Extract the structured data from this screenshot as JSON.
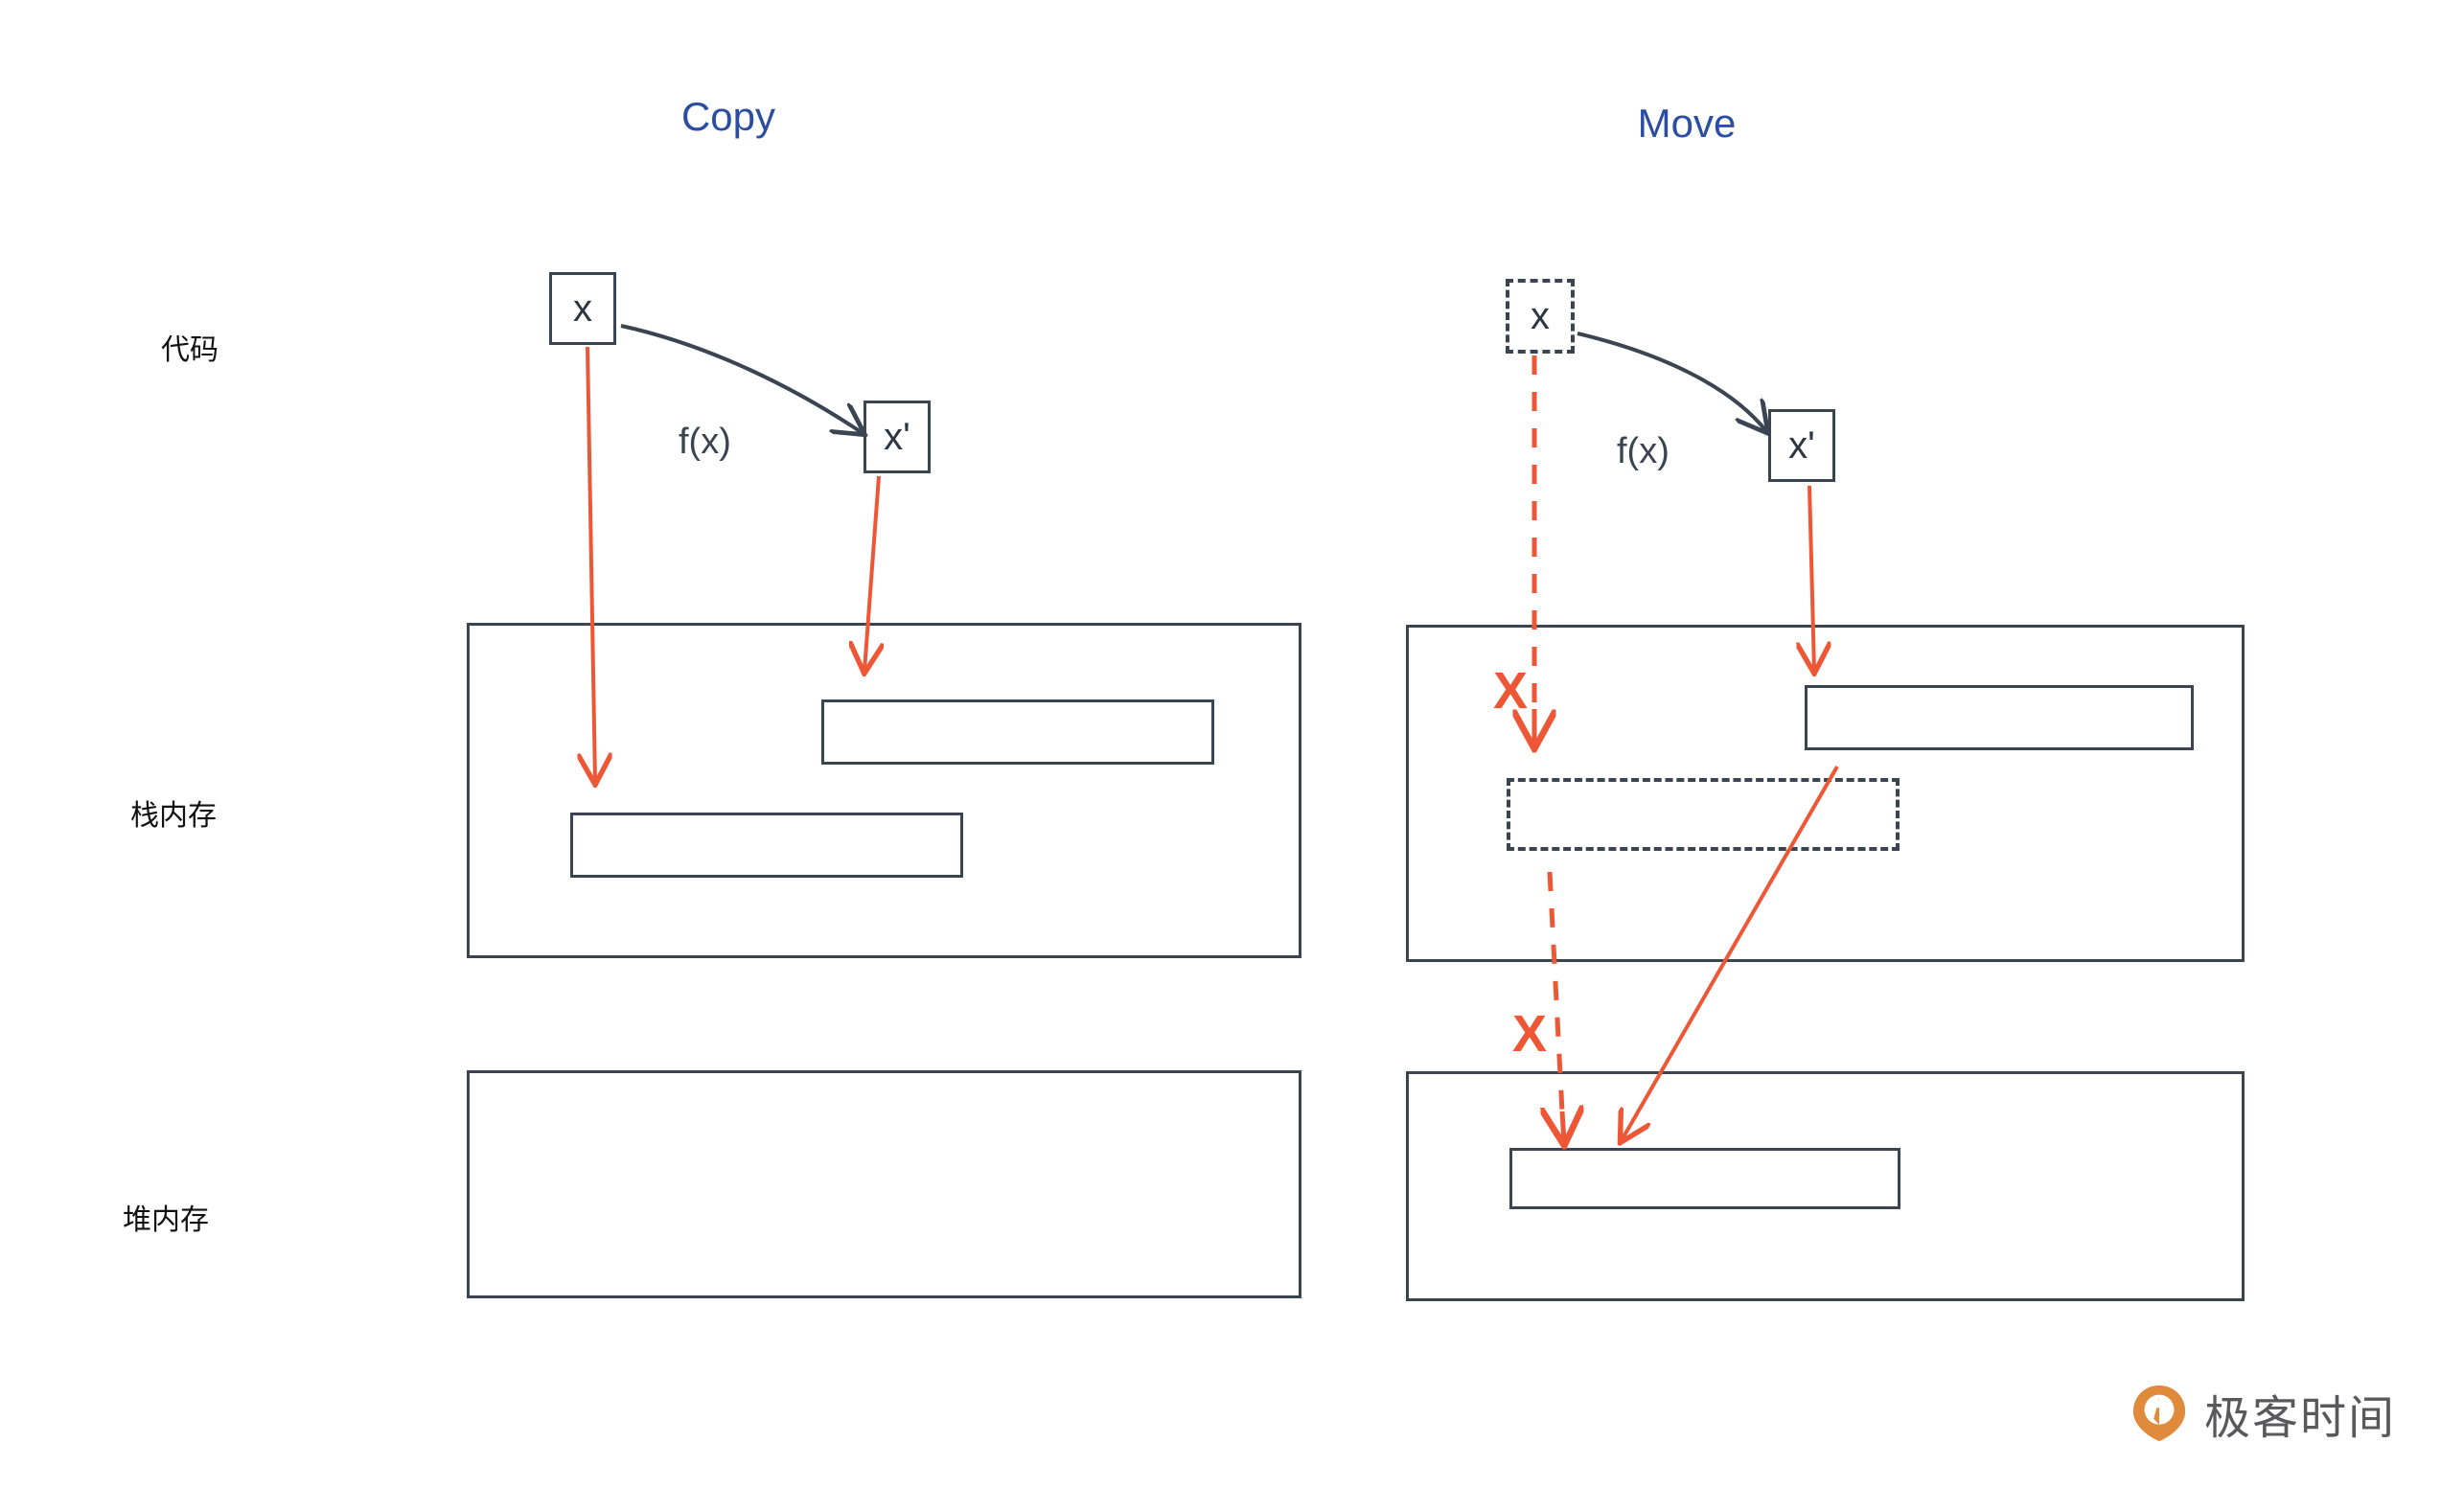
{
  "diagram": {
    "title_left": "Copy",
    "title_right": "Move",
    "accent_blue": "#2b4ea2",
    "accent_red": "#ee5735",
    "outline": "#3b4552"
  },
  "row_labels": {
    "code": "代码",
    "stack": "栈内存",
    "heap": "堆内存"
  },
  "copy": {
    "title": "Copy",
    "source_var": "x",
    "target_var": "x'",
    "function_label": "f(x)"
  },
  "move": {
    "title": "Move",
    "source_var": "x",
    "target_var": "x'",
    "function_label": "f(x)",
    "invalid_mark_stack": "X",
    "invalid_mark_heap": "X"
  },
  "watermark": {
    "text": "极客时间",
    "logo_color": "#e08a3c"
  }
}
